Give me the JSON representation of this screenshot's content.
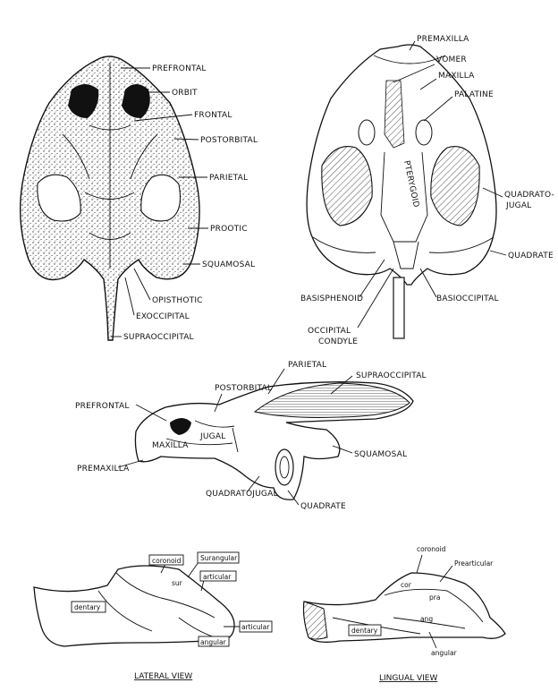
{
  "dorsal_view": {
    "labels": {
      "prefrontal": "PREFRONTAL",
      "orbit": "ORBIT",
      "frontal": "FRONTAL",
      "postorbital": "POSTORBITAL",
      "parietal": "PARIETAL",
      "prootic": "PROOTIC",
      "squamosal": "SQUAMOSAL",
      "opisthotic": "OPISTHOTIC",
      "exoccipital": "EXOCCIPITAL",
      "supraoccipital": "SUPRAOCCIPITAL"
    }
  },
  "ventral_view": {
    "labels": {
      "premaxilla": "PREMAXILLA",
      "vomer": "VOMER",
      "maxilla": "MAXILLA",
      "palatine": "PALATINE",
      "pterygoid": "PTERYGOID",
      "quadratojugal_1": "QUADRATO-",
      "quadratojugal_2": "JUGAL",
      "quadrate": "QUADRATE",
      "basioccipital": "BASIOCCIPITAL",
      "basisphenoid": "BASISPHENOID",
      "occipital_condyle_1": "OCCIPITAL",
      "occipital_condyle_2": "CONDYLE"
    }
  },
  "lateral_skull_view": {
    "labels": {
      "postorbital": "POSTORBITAL",
      "parietal": "PARIETAL",
      "supraoccipital": "SUPRAOCCIPITAL",
      "prefrontal": "PREFRONTAL",
      "maxilla": "MAXILLA",
      "jugal": "JUGAL",
      "premaxilla": "PREMAXILLA",
      "squamosal": "SQUAMOSAL",
      "quadratojugal": "QUADRATOJUGAL",
      "quadrate": "QUADRATE"
    }
  },
  "lateral_jaw_view": {
    "caption": "LATERAL VIEW",
    "labels": {
      "coronoid": "coronoid",
      "surangular": "Surangular",
      "sur": "sur",
      "articular": "articular",
      "dentary": "dentary",
      "articular_2": "articular",
      "angular": "angular"
    }
  },
  "lingual_jaw_view": {
    "caption": "LINGUAL VIEW",
    "labels": {
      "coronoid": "coronoid",
      "prearticular": "Prearticular",
      "cor": "cor",
      "pra": "pra",
      "ang": "ang",
      "dentary": "dentary",
      "angular": "angular"
    }
  }
}
